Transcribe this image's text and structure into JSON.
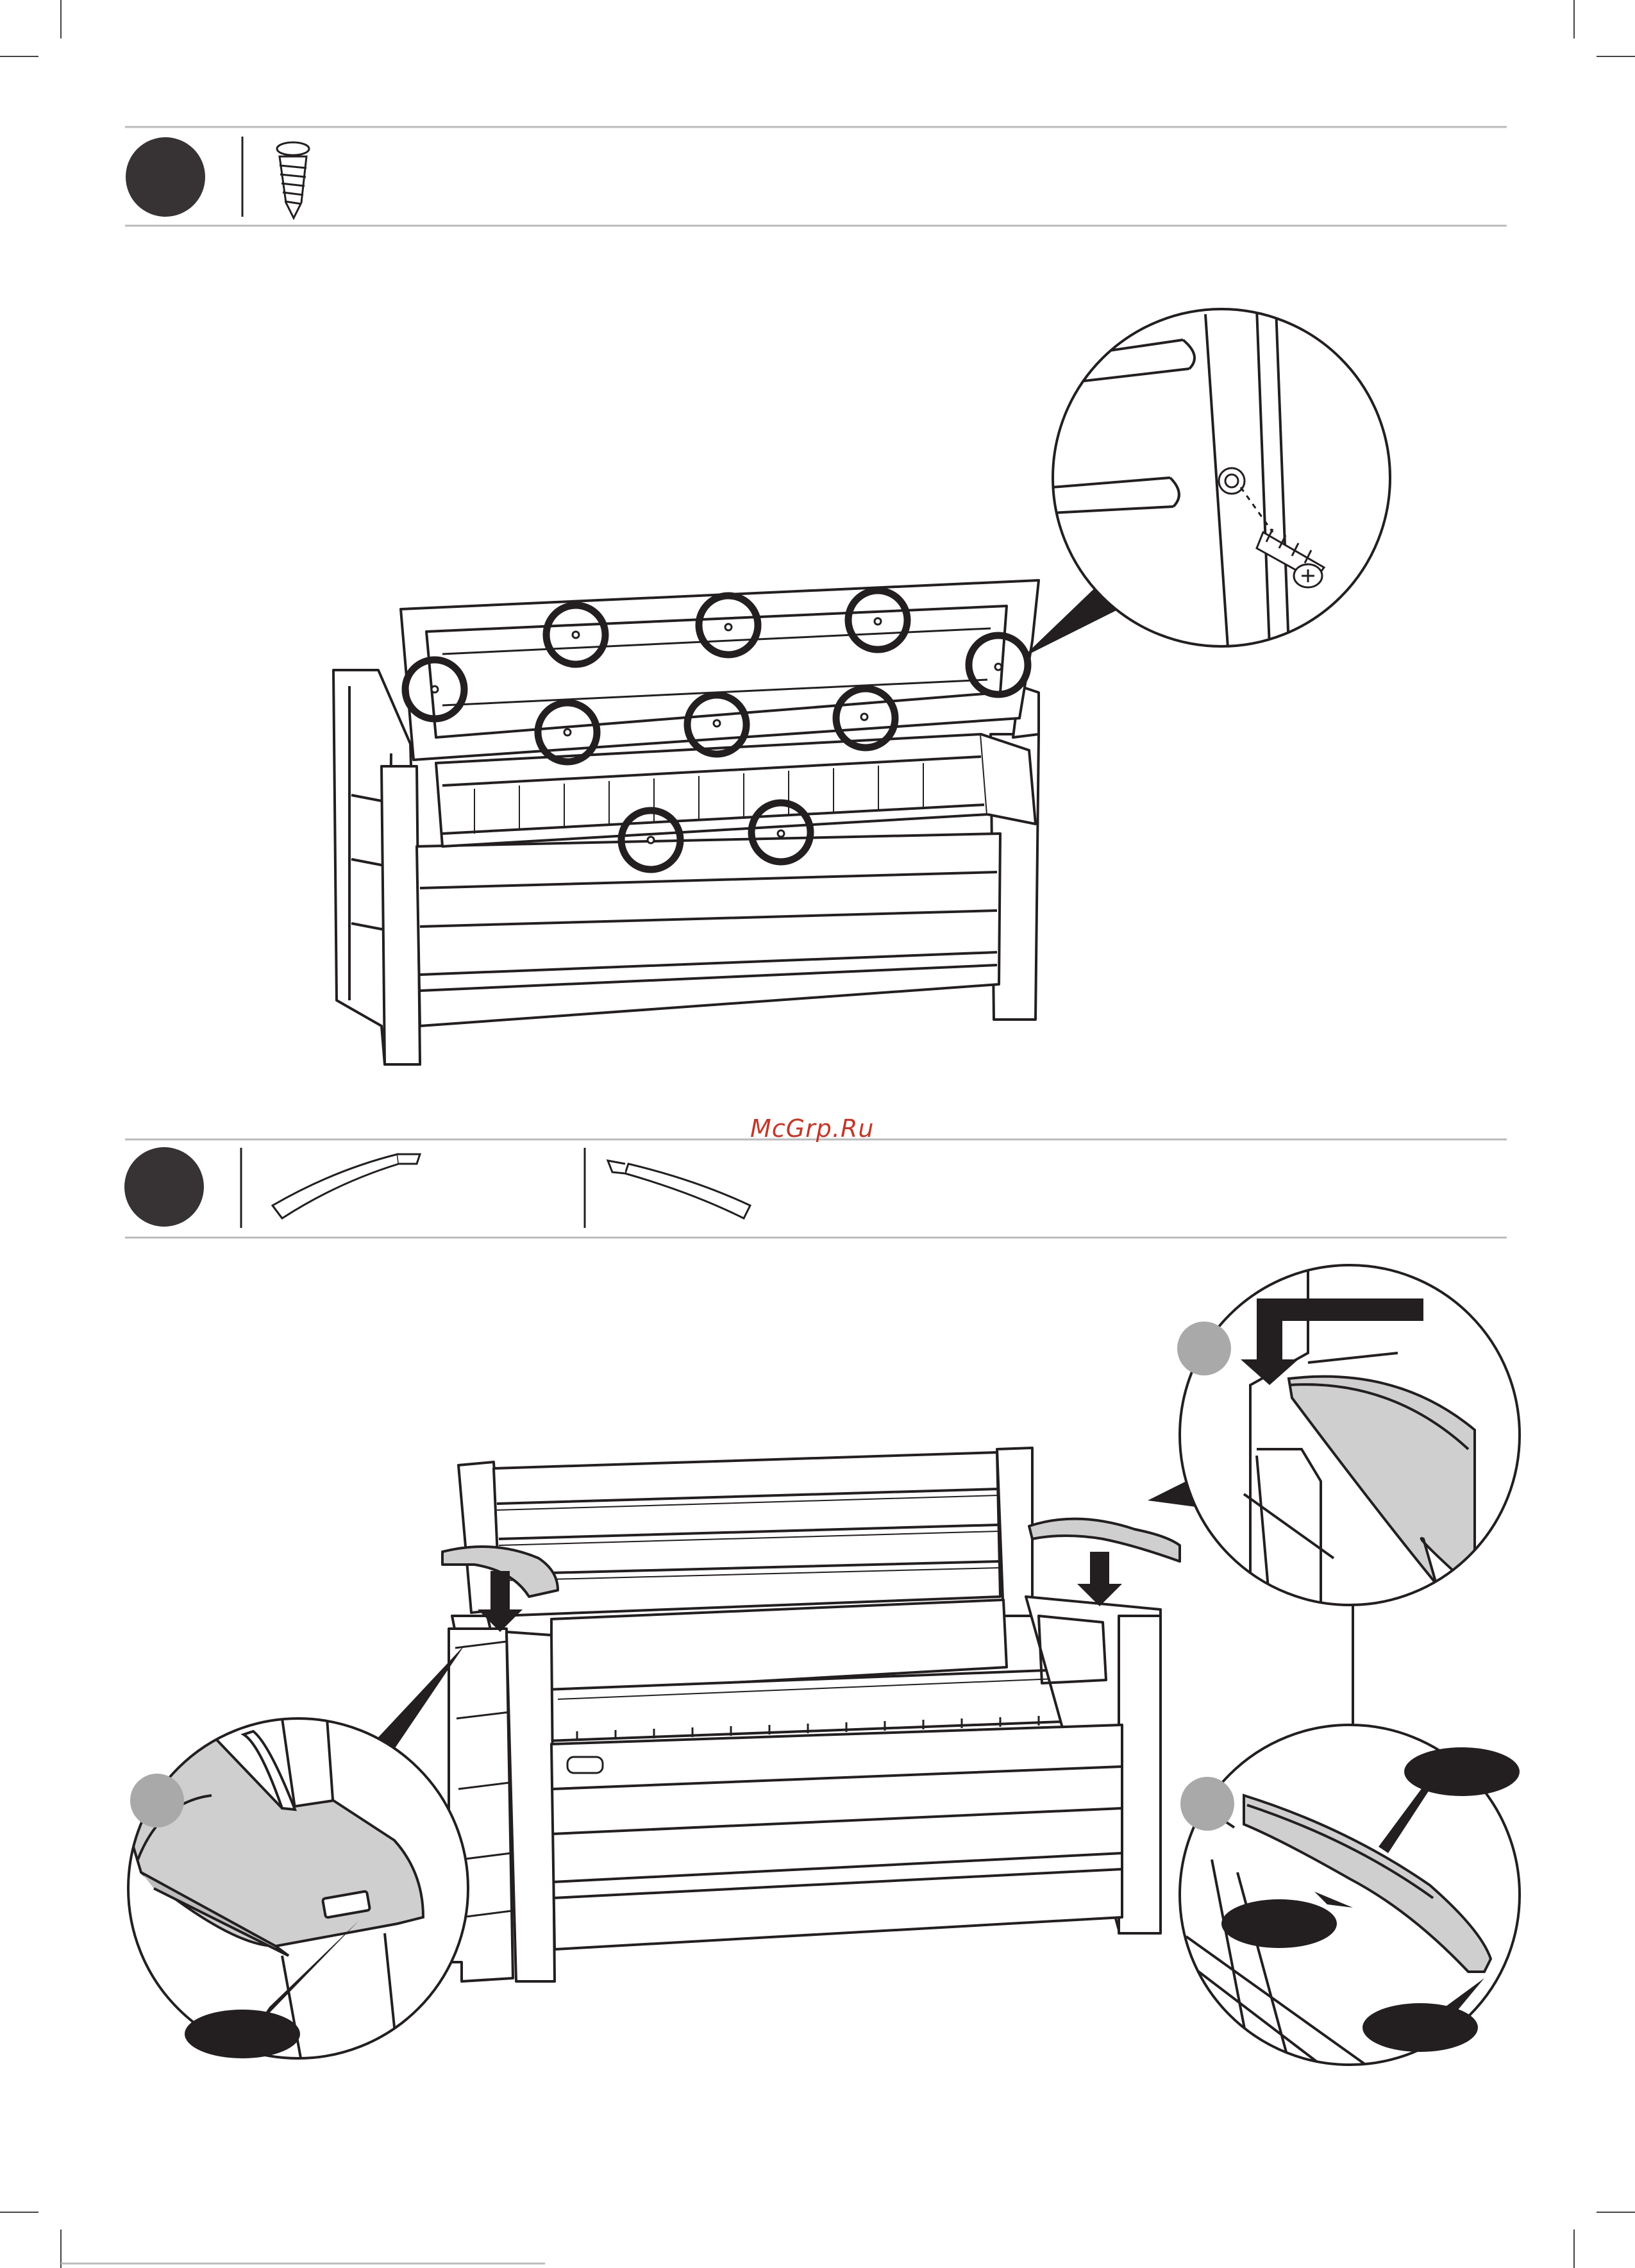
{
  "watermark": {
    "text": "McGrp.Ru"
  },
  "steps": [
    {
      "id": "step-1",
      "hardware": [
        "screw-icon"
      ],
      "markers_count": 11
    },
    {
      "id": "step-2",
      "hardware": [
        "armrest-left-part",
        "armrest-right-part"
      ]
    }
  ],
  "colors": {
    "ink": "#231f20",
    "part_fill": "#cfcfcf",
    "badge_fill": "#373334",
    "marker_gray": "#a9a9a9",
    "watermark": "#c0392b"
  }
}
